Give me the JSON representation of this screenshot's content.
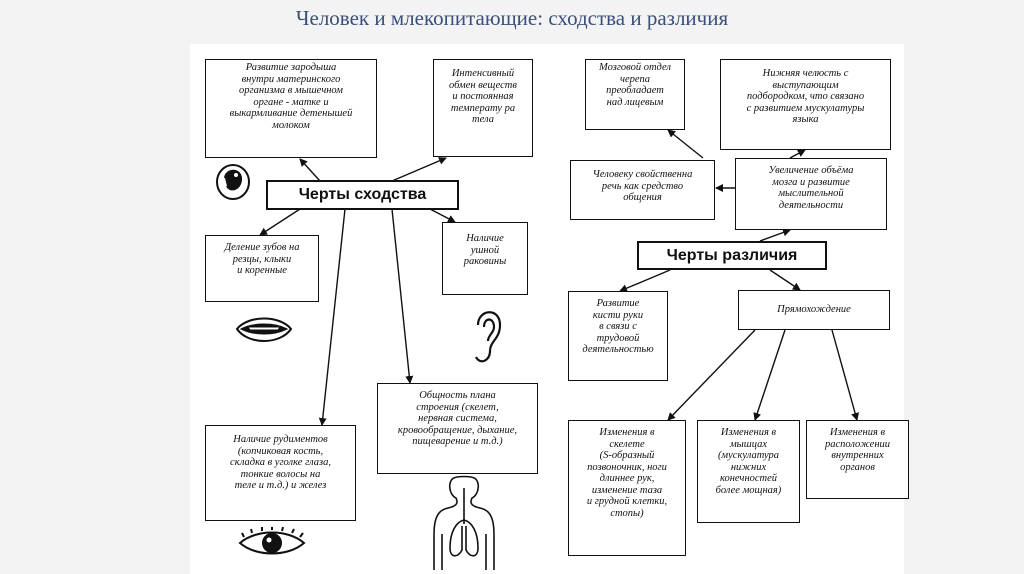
{
  "title": "Человек и млекопитающие: сходства и различия",
  "similarities": {
    "hub": "Черты сходства",
    "embryo": "Развитие зародыша\nвнутри материнского\nорганизма в мышечном\nоргане - матке и\nвыкармливание детенышей\nмолоком",
    "metabolism": "Интенсивный\nобмен веществ\nи постоянная\nтемперату ра\nтела",
    "teeth": "Деление зубов на\nрезцы, клыки\nи коренные",
    "ear": "Наличие\nушной\nраковины",
    "rudiments": "Наличие рудиментов\n(копчиковая кость,\nскладка в уголке глаза,\nтонкие волосы на\nтеле и т.д.) и желез",
    "structure": "Общность плана\nстроения (скелет,\nнервная система,\nкровообращение, дыхание,\nпищеварение и т.д.)"
  },
  "differences": {
    "hub": "Черты различия",
    "skull": "Мозговой отдел\nчерепа\nпреобладает\nнад лицевым",
    "jaw": "Нижняя челюсть с\nвыступающим\nподбородком, что связано\nс развитием мускулатуры\nязыка",
    "speech": "Человеку свойственна\nречь как средство\nобщения",
    "brain": "Увеличение объёма\nмозга и развитие\nмыслительной\nдеятельности",
    "hand": "Развитие\nкисти руки\nв связи с\nтрудовой\nдеятельностью",
    "bipedal": "Прямохождение",
    "skeleton": "Изменения в\nскелете\n(S-образный\nпозвоночник, ноги\nдлиннее рук,\nизменение таза\nи грудной клетки,\nстопы)",
    "muscles": "Изменения в\nмышцах\n(мускулатура\nнижних\nконечностей\nболее мощная)",
    "organs": "Изменения в\nрасположении\nвнутренних\nорганов"
  },
  "icons": [
    "embryo-icon",
    "mouth-icon",
    "ear-icon",
    "eye-icon",
    "torso-icon"
  ]
}
